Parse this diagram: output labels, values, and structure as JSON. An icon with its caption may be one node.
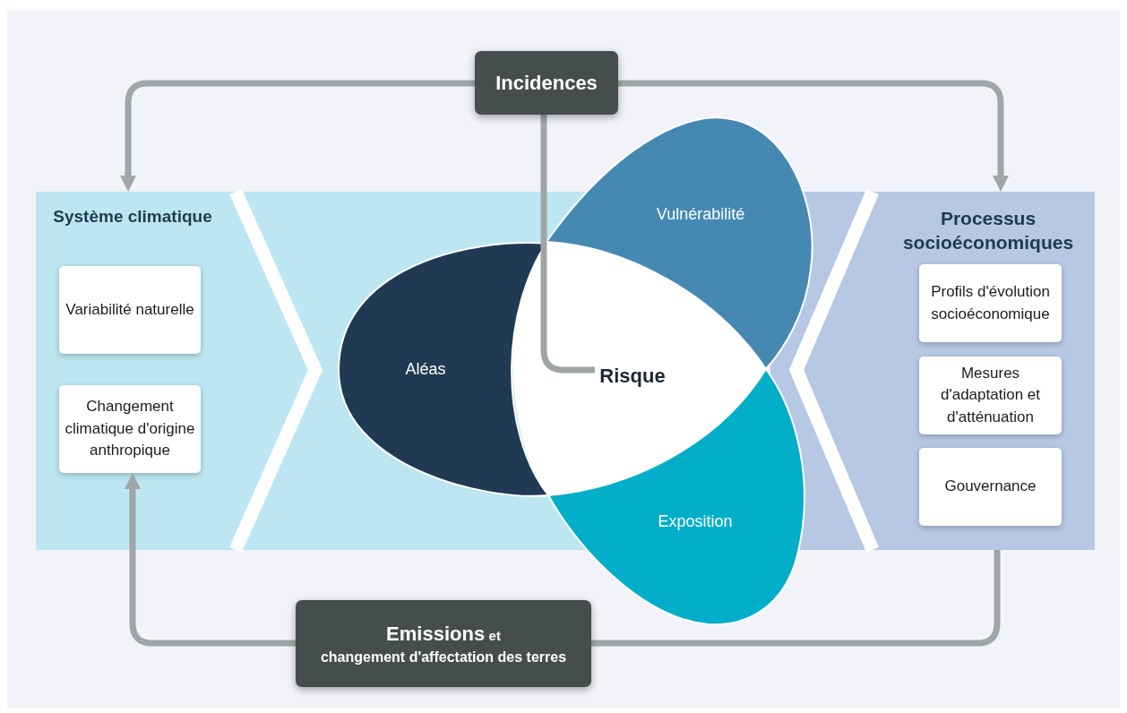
{
  "diagram": {
    "nodes": [
      {
        "text": [
          "Incidences"
        ]
      },
      {
        "text": [
          "Système climatique"
        ]
      },
      {
        "text": [
          "Variabilité naturelle"
        ],
        "in": 1
      },
      {
        "text": [
          "Changement climatique d'origine anthropique"
        ],
        "in": 1
      },
      {
        "text": [
          "Aléas"
        ]
      },
      {
        "text": [
          "Vulnérabilité"
        ]
      },
      {
        "text": [
          "Risque"
        ]
      },
      {
        "text": [
          "Exposition"
        ]
      },
      {
        "text": [
          "Processus socioéconomiques"
        ]
      },
      {
        "text": [
          "Profils d'évolution socioéconomique"
        ],
        "in": 8
      },
      {
        "text": [
          "Mesures d'adaptation et d'atténuation"
        ],
        "in": 8
      },
      {
        "text": [
          "Gouvernance"
        ],
        "in": 8
      },
      {
        "text": [
          "Emissions",
          "et",
          "changement d'affectation des terres"
        ]
      }
    ],
    "edges": [
      {
        "from": 0,
        "to": 1,
        "arrow": "to"
      },
      {
        "from": 0,
        "to": 8,
        "arrow": "to"
      },
      {
        "from": 0,
        "to": 6,
        "arrow": "none"
      },
      {
        "from": 8,
        "to": 12,
        "arrow": "none"
      },
      {
        "from": 12,
        "to": 3,
        "arrow": "to"
      }
    ]
  }
}
